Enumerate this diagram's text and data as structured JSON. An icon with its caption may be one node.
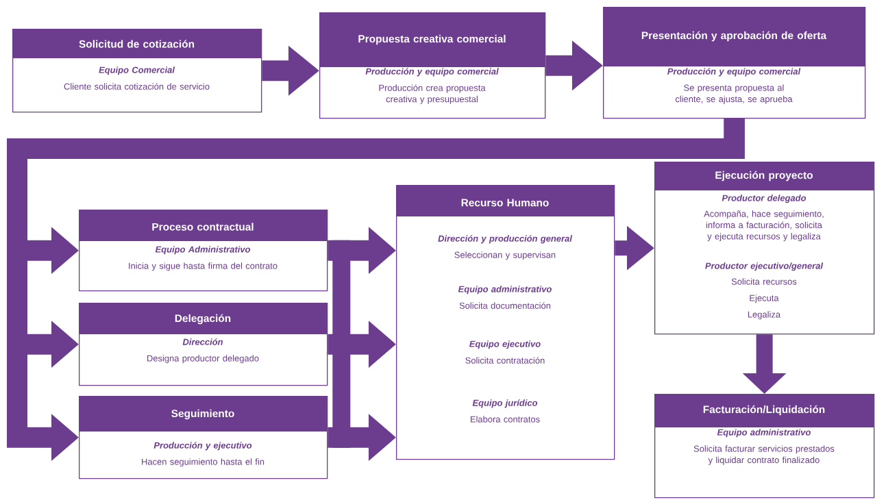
{
  "diagram": {
    "nodes": [
      {
        "text": [
          "Solicitud de cotización",
          "Equipo Comercial",
          "Cliente solicita cotización de servicio"
        ]
      },
      {
        "text": [
          "Propuesta creativa comercial",
          "Producción y equipo comercial",
          "Producción crea propuesta creativa y presupuestal"
        ]
      },
      {
        "text": [
          "Presentación y aprobación de oferta",
          "Producción y equipo comercial",
          "Se presenta propuesta al cliente, se ajusta, se aprueba"
        ]
      },
      {
        "text": [
          "Proceso contractual",
          "Equipo Administrativo",
          "Inicia y sigue hasta firma del contrato"
        ]
      },
      {
        "text": [
          "Delegación",
          "Dirección",
          "Designa productor delegado"
        ]
      },
      {
        "text": [
          "Seguimiento",
          "Producción y ejecutivo",
          "Hacen seguimiento hasta el fin"
        ]
      },
      {
        "text": [
          "Recurso Humano",
          "Dirección y producción general",
          "Seleccionan y supervisan",
          "Equipo administrativo",
          "Solicita documentación",
          "Equipo ejecutivo",
          "Solicita contratación",
          "Equipo jurídico",
          "Elabora contratos"
        ]
      },
      {
        "text": [
          "Ejecución proyecto",
          "Productor delegado",
          "Acompaña, hace seguimiento, informa a facturación, solicita y ejecuta recursos y legaliza",
          "Productor ejecutivo/general",
          "Solicita recursos",
          "Ejecuta",
          "Legaliza"
        ]
      },
      {
        "text": [
          "Facturación/Liquidación",
          "Equipo administrativo",
          "Solicita facturar servicios prestados y liquidar contrato finalizado"
        ]
      }
    ],
    "edges": [
      {
        "from": 0,
        "to": 1,
        "arrow": "to"
      },
      {
        "from": 1,
        "to": 2,
        "arrow": "to"
      },
      {
        "from": 2,
        "to": 3,
        "arrow": "to"
      },
      {
        "from": 2,
        "to": 4,
        "arrow": "to"
      },
      {
        "from": 2,
        "to": 5,
        "arrow": "to"
      },
      {
        "from": 3,
        "to": 6,
        "arrow": "to"
      },
      {
        "from": 4,
        "to": 6,
        "arrow": "to"
      },
      {
        "from": 5,
        "to": 6,
        "arrow": "to"
      },
      {
        "from": 6,
        "to": 7,
        "arrow": "to"
      },
      {
        "from": 7,
        "to": 8,
        "arrow": "to"
      }
    ]
  }
}
